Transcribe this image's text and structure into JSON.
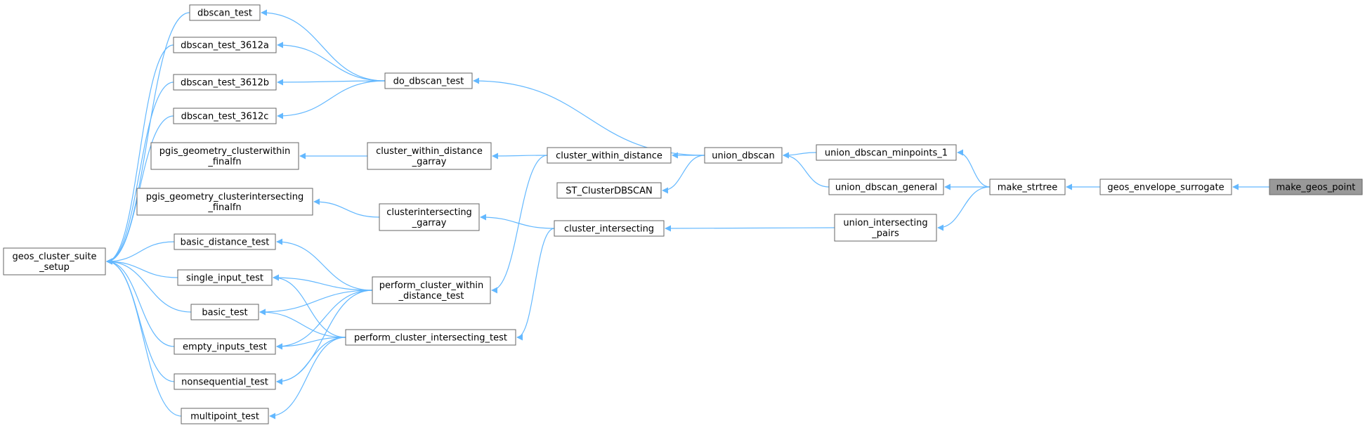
{
  "nodes": [
    {
      "id": "make_geos_point",
      "lines": [
        "make_geos_point"
      ],
      "root": true
    },
    {
      "id": "geos_envelope_surrogate",
      "lines": [
        "geos_envelope_surrogate"
      ]
    },
    {
      "id": "make_strtree",
      "lines": [
        "make_strtree"
      ]
    },
    {
      "id": "union_dbscan_minpoints_1",
      "lines": [
        "union_dbscan_minpoints_1"
      ]
    },
    {
      "id": "union_dbscan_general",
      "lines": [
        "union_dbscan_general"
      ]
    },
    {
      "id": "union_intersecting_pairs",
      "lines": [
        "union_intersecting",
        "_pairs"
      ]
    },
    {
      "id": "union_dbscan",
      "lines": [
        "union_dbscan"
      ]
    },
    {
      "id": "do_dbscan_test",
      "lines": [
        "do_dbscan_test"
      ]
    },
    {
      "id": "cluster_within_distance",
      "lines": [
        "cluster_within_distance"
      ]
    },
    {
      "id": "ST_ClusterDBSCAN",
      "lines": [
        "ST_ClusterDBSCAN"
      ]
    },
    {
      "id": "cluster_intersecting",
      "lines": [
        "cluster_intersecting"
      ]
    },
    {
      "id": "dbscan_test",
      "lines": [
        "dbscan_test"
      ]
    },
    {
      "id": "dbscan_test_3612a",
      "lines": [
        "dbscan_test_3612a"
      ]
    },
    {
      "id": "dbscan_test_3612b",
      "lines": [
        "dbscan_test_3612b"
      ]
    },
    {
      "id": "dbscan_test_3612c",
      "lines": [
        "dbscan_test_3612c"
      ]
    },
    {
      "id": "cluster_within_distance_garray",
      "lines": [
        "cluster_within_distance",
        "_garray"
      ]
    },
    {
      "id": "clusterintersecting_garray",
      "lines": [
        "clusterintersecting",
        "_garray"
      ]
    },
    {
      "id": "perform_cluster_within_distance_test",
      "lines": [
        "perform_cluster_within",
        "_distance_test"
      ]
    },
    {
      "id": "perform_cluster_intersecting_test",
      "lines": [
        "perform_cluster_intersecting_test"
      ]
    },
    {
      "id": "pgis_geometry_clusterwithin_finalfn",
      "lines": [
        "pgis_geometry_clusterwithin",
        "_finalfn"
      ]
    },
    {
      "id": "pgis_geometry_clusterintersecting_finalfn",
      "lines": [
        "pgis_geometry_clusterintersecting",
        "_finalfn"
      ]
    },
    {
      "id": "basic_distance_test",
      "lines": [
        "basic_distance_test"
      ]
    },
    {
      "id": "single_input_test",
      "lines": [
        "single_input_test"
      ]
    },
    {
      "id": "basic_test",
      "lines": [
        "basic_test"
      ]
    },
    {
      "id": "empty_inputs_test",
      "lines": [
        "empty_inputs_test"
      ]
    },
    {
      "id": "nonsequential_test",
      "lines": [
        "nonsequential_test"
      ]
    },
    {
      "id": "multipoint_test",
      "lines": [
        "multipoint_test"
      ]
    },
    {
      "id": "geos_cluster_suite_setup",
      "lines": [
        "geos_cluster_suite",
        "_setup"
      ]
    }
  ],
  "edges": [
    {
      "from": "geos_envelope_surrogate",
      "to": "make_geos_point"
    },
    {
      "from": "make_strtree",
      "to": "geos_envelope_surrogate"
    },
    {
      "from": "union_dbscan_minpoints_1",
      "to": "make_strtree"
    },
    {
      "from": "union_dbscan_general",
      "to": "make_strtree"
    },
    {
      "from": "union_intersecting_pairs",
      "to": "make_strtree"
    },
    {
      "from": "union_dbscan",
      "to": "union_dbscan_minpoints_1"
    },
    {
      "from": "union_dbscan",
      "to": "union_dbscan_general"
    },
    {
      "from": "cluster_intersecting",
      "to": "union_intersecting_pairs"
    },
    {
      "from": "do_dbscan_test",
      "to": "union_dbscan"
    },
    {
      "from": "cluster_within_distance",
      "to": "union_dbscan"
    },
    {
      "from": "ST_ClusterDBSCAN",
      "to": "union_dbscan"
    },
    {
      "from": "dbscan_test",
      "to": "do_dbscan_test"
    },
    {
      "from": "dbscan_test_3612a",
      "to": "do_dbscan_test"
    },
    {
      "from": "dbscan_test_3612b",
      "to": "do_dbscan_test"
    },
    {
      "from": "dbscan_test_3612c",
      "to": "do_dbscan_test"
    },
    {
      "from": "cluster_within_distance_garray",
      "to": "cluster_within_distance"
    },
    {
      "from": "perform_cluster_within_distance_test",
      "to": "cluster_within_distance"
    },
    {
      "from": "clusterintersecting_garray",
      "to": "cluster_intersecting"
    },
    {
      "from": "perform_cluster_intersecting_test",
      "to": "cluster_intersecting"
    },
    {
      "from": "pgis_geometry_clusterwithin_finalfn",
      "to": "cluster_within_distance_garray"
    },
    {
      "from": "pgis_geometry_clusterintersecting_finalfn",
      "to": "clusterintersecting_garray"
    },
    {
      "from": "basic_distance_test",
      "to": "perform_cluster_within_distance_test"
    },
    {
      "from": "single_input_test",
      "to": "perform_cluster_within_distance_test"
    },
    {
      "from": "basic_test",
      "to": "perform_cluster_within_distance_test"
    },
    {
      "from": "empty_inputs_test",
      "to": "perform_cluster_within_distance_test"
    },
    {
      "from": "nonsequential_test",
      "to": "perform_cluster_within_distance_test"
    },
    {
      "from": "single_input_test",
      "to": "perform_cluster_intersecting_test"
    },
    {
      "from": "basic_test",
      "to": "perform_cluster_intersecting_test"
    },
    {
      "from": "empty_inputs_test",
      "to": "perform_cluster_intersecting_test"
    },
    {
      "from": "nonsequential_test",
      "to": "perform_cluster_intersecting_test"
    },
    {
      "from": "multipoint_test",
      "to": "perform_cluster_intersecting_test"
    },
    {
      "from": "geos_cluster_suite_setup",
      "to": "dbscan_test"
    },
    {
      "from": "geos_cluster_suite_setup",
      "to": "dbscan_test_3612a"
    },
    {
      "from": "geos_cluster_suite_setup",
      "to": "dbscan_test_3612b"
    },
    {
      "from": "geos_cluster_suite_setup",
      "to": "dbscan_test_3612c"
    },
    {
      "from": "geos_cluster_suite_setup",
      "to": "basic_distance_test"
    },
    {
      "from": "geos_cluster_suite_setup",
      "to": "single_input_test"
    },
    {
      "from": "geos_cluster_suite_setup",
      "to": "basic_test"
    },
    {
      "from": "geos_cluster_suite_setup",
      "to": "empty_inputs_test"
    },
    {
      "from": "geos_cluster_suite_setup",
      "to": "nonsequential_test"
    },
    {
      "from": "geos_cluster_suite_setup",
      "to": "multipoint_test"
    }
  ]
}
